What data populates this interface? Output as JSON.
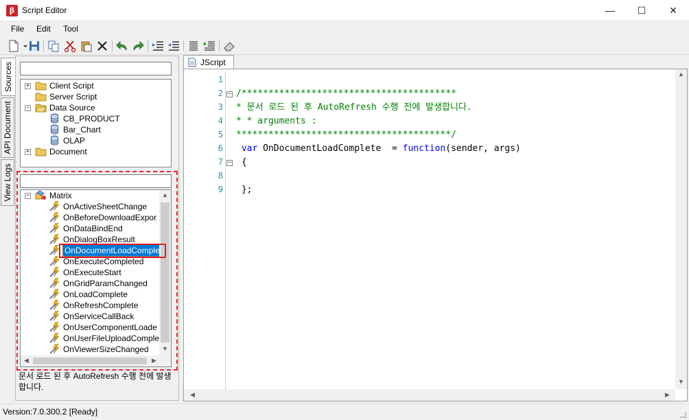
{
  "window": {
    "title": "Script Editor",
    "controls": {
      "minimize": "—",
      "maximize": "☐",
      "close": "✕"
    }
  },
  "menu": [
    "File",
    "Edit",
    "Tool"
  ],
  "side_tabs": [
    "Sources",
    "API Document",
    "View Logs"
  ],
  "sources_tree": {
    "search_value": "",
    "nodes": [
      {
        "label": "Client Script",
        "icon": "folder-icon",
        "expander": "+",
        "indent": 0
      },
      {
        "label": "Server Script",
        "icon": "folder-icon",
        "expander": "",
        "indent": 0
      },
      {
        "label": "Data Source",
        "icon": "folder-open-icon",
        "expander": "−",
        "indent": 0
      },
      {
        "label": "CB_PRODUCT",
        "icon": "database-icon",
        "expander": "",
        "indent": 1
      },
      {
        "label": "Bar_Chart",
        "icon": "database-icon",
        "expander": "",
        "indent": 1
      },
      {
        "label": "OLAP",
        "icon": "database-icon",
        "expander": "",
        "indent": 1
      },
      {
        "label": "Document",
        "icon": "folder-icon",
        "expander": "+",
        "indent": 0
      }
    ]
  },
  "events_tree": {
    "search_value": "",
    "root": {
      "label": "Matrix",
      "icon": "matrix-object-icon",
      "expander": "−"
    },
    "events": [
      "OnActiveSheetChange",
      "OnBeforeDownloadExpor",
      "OnDataBindEnd",
      "OnDialogBoxResult",
      "OnDocumentLoadComple",
      "OnExecuteCompleted",
      "OnExecuteStart",
      "OnGridParamChanged",
      "OnLoadComplete",
      "OnRefreshComplete",
      "OnServiceCallBack",
      "OnUserComponentLoade",
      "OnUserFileUploadComple",
      "OnViewerSizeChanged"
    ],
    "selected_index": 4
  },
  "description": "문서 로드 된 후 AutoRefresh 수행 전에 발생합니다.",
  "editor": {
    "tab_label": "JScript",
    "lines": [
      {
        "no": "1",
        "fold": "",
        "parts": []
      },
      {
        "no": "2",
        "fold": "−",
        "parts": [
          {
            "t": "/****************************************",
            "c": "comment"
          }
        ]
      },
      {
        "no": "3",
        "fold": "",
        "parts": [
          {
            "t": "* 문서 로드 된 후 AutoRefresh 수행 전에 발생합니다.",
            "c": "comment"
          }
        ]
      },
      {
        "no": "4",
        "fold": "",
        "parts": [
          {
            "t": "* * arguments :",
            "c": "comment"
          }
        ]
      },
      {
        "no": "5",
        "fold": "",
        "parts": [
          {
            "t": "****************************************/",
            "c": "comment"
          }
        ]
      },
      {
        "no": "6",
        "fold": "",
        "parts": [
          {
            "t": " var",
            "c": "keyword"
          },
          {
            "t": " OnDocumentLoadComplete  = ",
            "c": "text"
          },
          {
            "t": "function",
            "c": "keyword"
          },
          {
            "t": "(sender, args)",
            "c": "text"
          }
        ]
      },
      {
        "no": "7",
        "fold": "−",
        "parts": [
          {
            "t": " {",
            "c": "text"
          }
        ]
      },
      {
        "no": "8",
        "fold": "",
        "parts": []
      },
      {
        "no": "9",
        "fold": "",
        "parts": [
          {
            "t": " };",
            "c": "text"
          }
        ]
      }
    ]
  },
  "status": "Version:7.0.300.2  [Ready]",
  "colors": {
    "selection": "#0078d7",
    "highlight_red": "#e41b1b",
    "comment": "#008000",
    "keyword": "#0000ff",
    "line_number": "#2b91af"
  }
}
